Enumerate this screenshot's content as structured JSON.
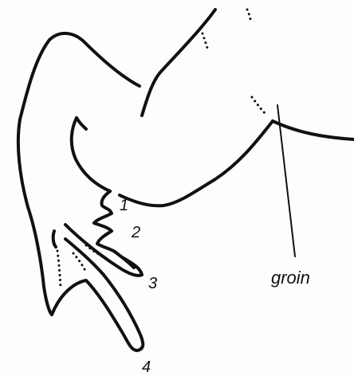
{
  "labels": {
    "digit_1": "1",
    "digit_2": "2",
    "digit_3": "3",
    "digit_4": "4",
    "groin": "groin"
  },
  "colors": {
    "ink": "#111111",
    "paper": "#ffffff"
  }
}
